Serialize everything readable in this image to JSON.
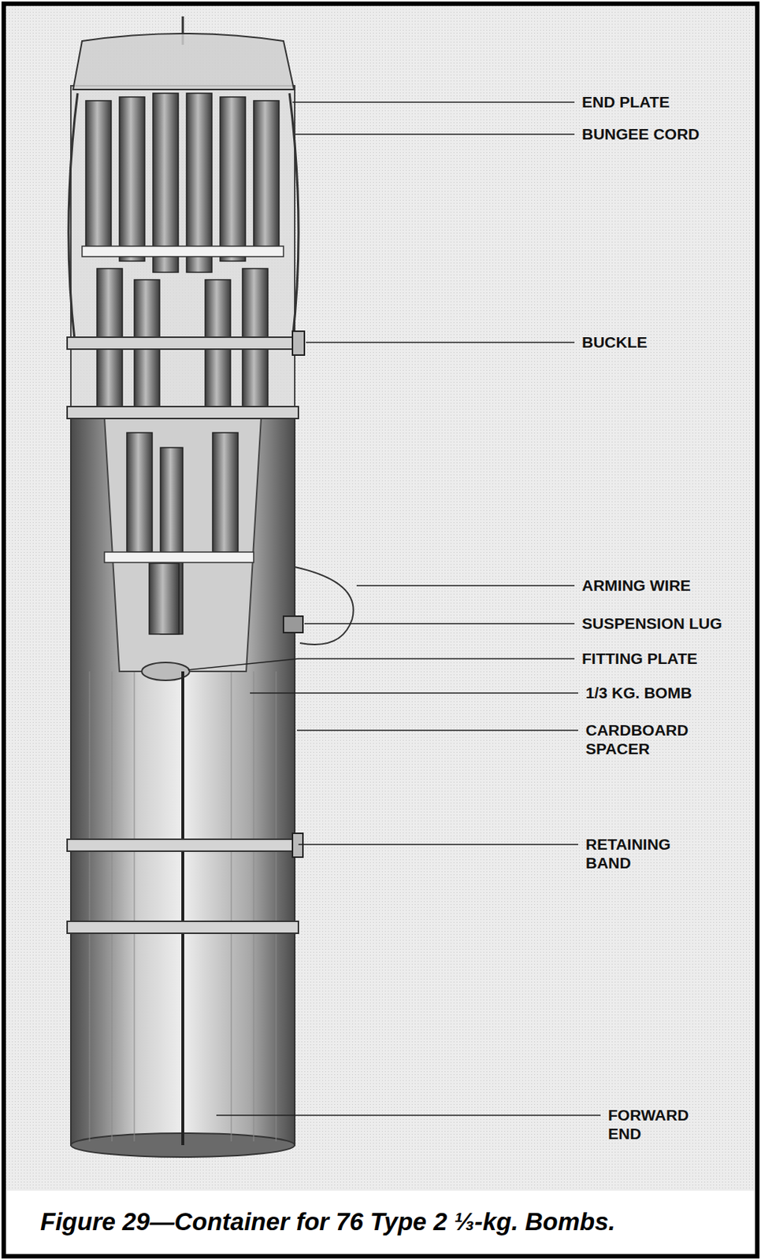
{
  "diagram": {
    "caption": "Figure 29—Container for 76 Type 2 ⅓-kg. Bombs.",
    "labels": [
      "END PLATE",
      "BUNGEE CORD",
      "BUCKLE",
      "ARMING WIRE",
      "SUSPENSION LUG",
      "FITTING PLATE",
      "1/3 KG. BOMB",
      "CARDBOARD SPACER",
      "RETAINING BAND",
      "FORWARD END"
    ]
  }
}
